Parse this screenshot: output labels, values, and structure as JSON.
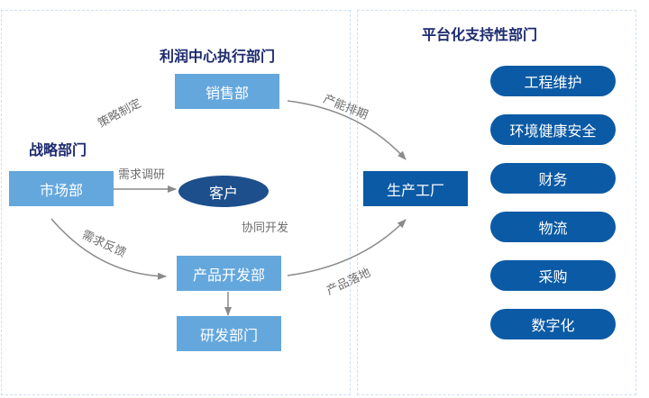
{
  "left_panel": {
    "title": "利润中心执行部门",
    "strategy_title": "战略部门",
    "nodes": {
      "sales": "销售部",
      "market": "市场部",
      "customer": "客户",
      "product_dev": "产品开发部",
      "rnd": "研发部门"
    },
    "edge_labels": {
      "strategy": "策略制定",
      "research": "需求调研",
      "feedback": "需求反馈",
      "co_dev": "协同开发",
      "capacity": "产能排期",
      "landing": "产品落地"
    }
  },
  "factory": "生产工厂",
  "right_panel": {
    "title": "平台化支持性部门",
    "items": [
      "工程维护",
      "环境健康安全",
      "财务",
      "物流",
      "采购",
      "数字化"
    ]
  },
  "colors": {
    "light_box": "#64a7dd",
    "dark_box": "#0b5aa5",
    "customer": "#1d4f8c",
    "heading": "#1c2a6e",
    "arrow": "#8a8a8a",
    "dashed_border": "#cfe0f1"
  }
}
